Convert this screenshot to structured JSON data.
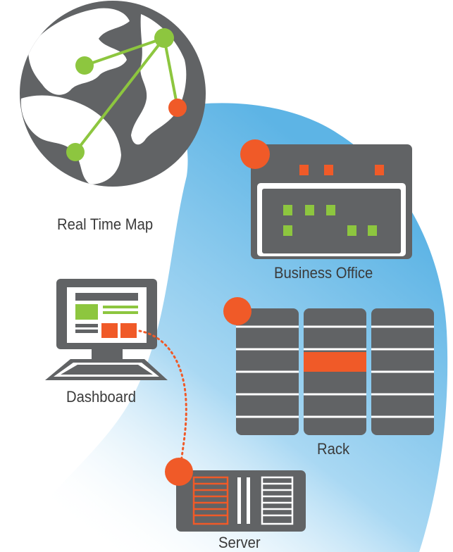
{
  "labels": {
    "real_time_map": "Real Time Map",
    "business_office": "Business Office",
    "dashboard": "Dashboard",
    "rack": "Rack",
    "server": "Server"
  },
  "colors": {
    "dark_gray": "#616365",
    "accent_orange": "#f05a28",
    "accent_green": "#8dc63f",
    "flow_blue": "#5db4e5",
    "label_text": "#3a3a3a"
  },
  "icons": [
    "globe-icon",
    "business-office-icon",
    "dashboard-computer-icon",
    "rack-icon",
    "server-icon"
  ]
}
